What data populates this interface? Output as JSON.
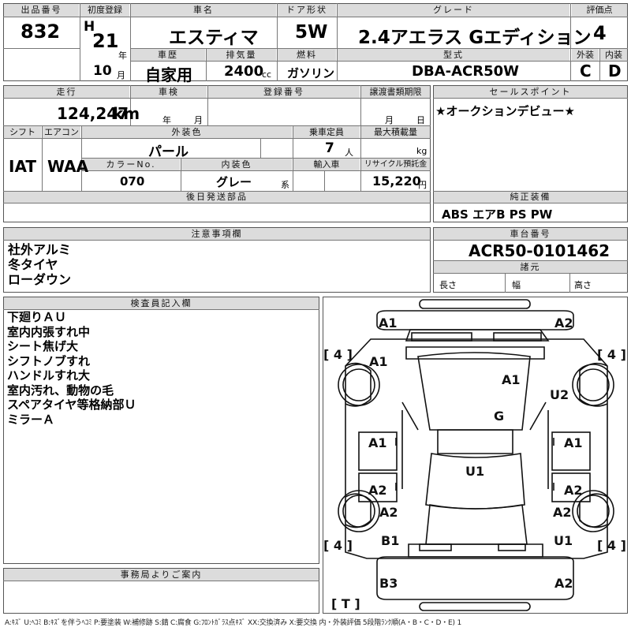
{
  "headers": {
    "lot_no": "出品番号",
    "first_reg": "初度登録",
    "car_name": "車名",
    "door": "ドア形状",
    "grade": "グレード",
    "score": "評価点",
    "history": "車歴",
    "displacement": "排気量",
    "fuel": "燃料",
    "model_code": "型式",
    "exterior": "外装",
    "interior": "内装",
    "mileage": "走行",
    "shaken": "車検",
    "reg_no": "登録番号",
    "transfer_deadline": "譲渡書類期限",
    "sales_point": "セールスポイント",
    "shift": "シフト",
    "aircon": "エアコン",
    "color": "外装色",
    "seats": "乗車定員",
    "max_load": "最大積載量",
    "color_no": "カラーNo.",
    "int_color": "内装色",
    "import": "輸入車",
    "recycle": "リサイクル預託金",
    "later_parts": "後日発送部品",
    "genuine": "純正装備",
    "notes": "注意事項欄",
    "chassis": "車台番号",
    "specs": "諸元",
    "inspector": "検査員記入欄",
    "office": "事務局よりご案内"
  },
  "vehicle": {
    "lot_no": "832",
    "era": "H",
    "year": "21",
    "year_unit": "年",
    "month": "10",
    "month_unit": "月",
    "car_name": "エスティマ",
    "door": "5W",
    "grade": "2.4アエラス Gエディション",
    "score": "4",
    "history": "自家用",
    "displacement": "2400",
    "displacement_unit": "cc",
    "fuel": "ガソリン",
    "model_code": "DBA-ACR50W",
    "exterior_grade": "C",
    "interior_grade": "D",
    "mileage": "124,247",
    "mileage_unit": "km",
    "shaken_year": "年",
    "shaken_month": "月",
    "transfer_month": "月",
    "transfer_day": "日",
    "shift": "IAT",
    "aircon": "WAA",
    "color": "パール",
    "seats": "7",
    "seats_unit": "人",
    "load_unit": "kg",
    "color_no": "070",
    "int_color": "グレー",
    "int_color_unit": "系",
    "recycle": "15,220",
    "recycle_unit": "円",
    "sales_point": "★オークションデビュー★",
    "genuine": "ABS エアB PS PW",
    "chassis": "ACR50-0101462",
    "length": "長さ",
    "width": "幅",
    "height": "高さ"
  },
  "notes_lines": [
    "社外アルミ",
    "冬タイヤ",
    "ローダウン"
  ],
  "inspector_lines": [
    "下廻りＡＵ",
    "室内内張すれ中",
    "シート焦げ大",
    "シフトノブすれ",
    "ハンドルすれ大",
    "室内汚れ、動物の毛",
    "スペアタイヤ等格納部Ｕ",
    "ミラーＡ"
  ],
  "diagram": {
    "tire_front_left": "[ 4 ]",
    "tire_front_right": "[ 4 ]",
    "tire_rear_left": "[ 4 ]",
    "tire_rear_right": "[ 4 ]",
    "spare": "[ T ]",
    "marks": {
      "front_bumper_left": "A1",
      "front_bumper_right": "A2",
      "fender_front_left": "A1",
      "hood": "A1",
      "fender_front_right": "U2",
      "roof": "G",
      "front_door_left": "A1",
      "front_door_right": "A1",
      "floor": "U1",
      "rear_door_left": "A2",
      "rear_door_right": "A2",
      "quarter_left": "A2",
      "quarter_right": "A2",
      "rear_left": "B1",
      "rear_right": "U1",
      "rear_bumper_left": "B3",
      "rear_bumper_right": "A2"
    }
  },
  "legend": "A:ｷｽﾞ U:ﾍｺﾐ B:ｷｽﾞを伴うﾍｺﾐ P:要塗装 W:補修跡 S:錆 C:腐食 G:ﾌﾛﾝﾄｶﾞﾗｽ点ｷｽﾞ XX:交換済み X:要交換 内・外装評価 5段階ﾗﾝｸ順(A・B・C・D・E) 1"
}
